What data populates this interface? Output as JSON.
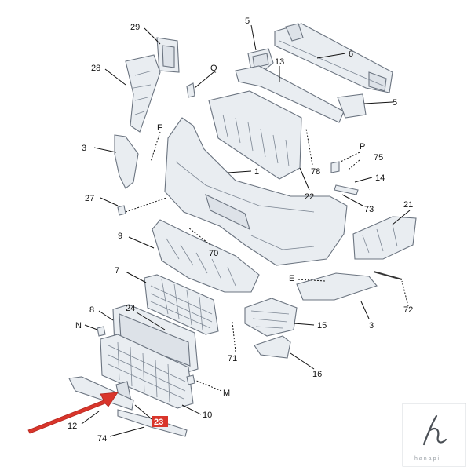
{
  "diagram": {
    "callouts": [
      "29",
      "5",
      "28",
      "Q",
      "13",
      "6",
      "5",
      "F",
      "P",
      "75",
      "3",
      "78",
      "1",
      "14",
      "27",
      "22",
      "73",
      "21",
      "9",
      "70",
      "E",
      "7",
      "72",
      "8",
      "24",
      "3",
      "N",
      "15",
      "71",
      "16",
      "M",
      "10",
      "12",
      "23",
      "74"
    ],
    "highlight_color": "#d9352b",
    "arrow_color": "#d9352b"
  },
  "watermark": {
    "text": "hanapi"
  }
}
